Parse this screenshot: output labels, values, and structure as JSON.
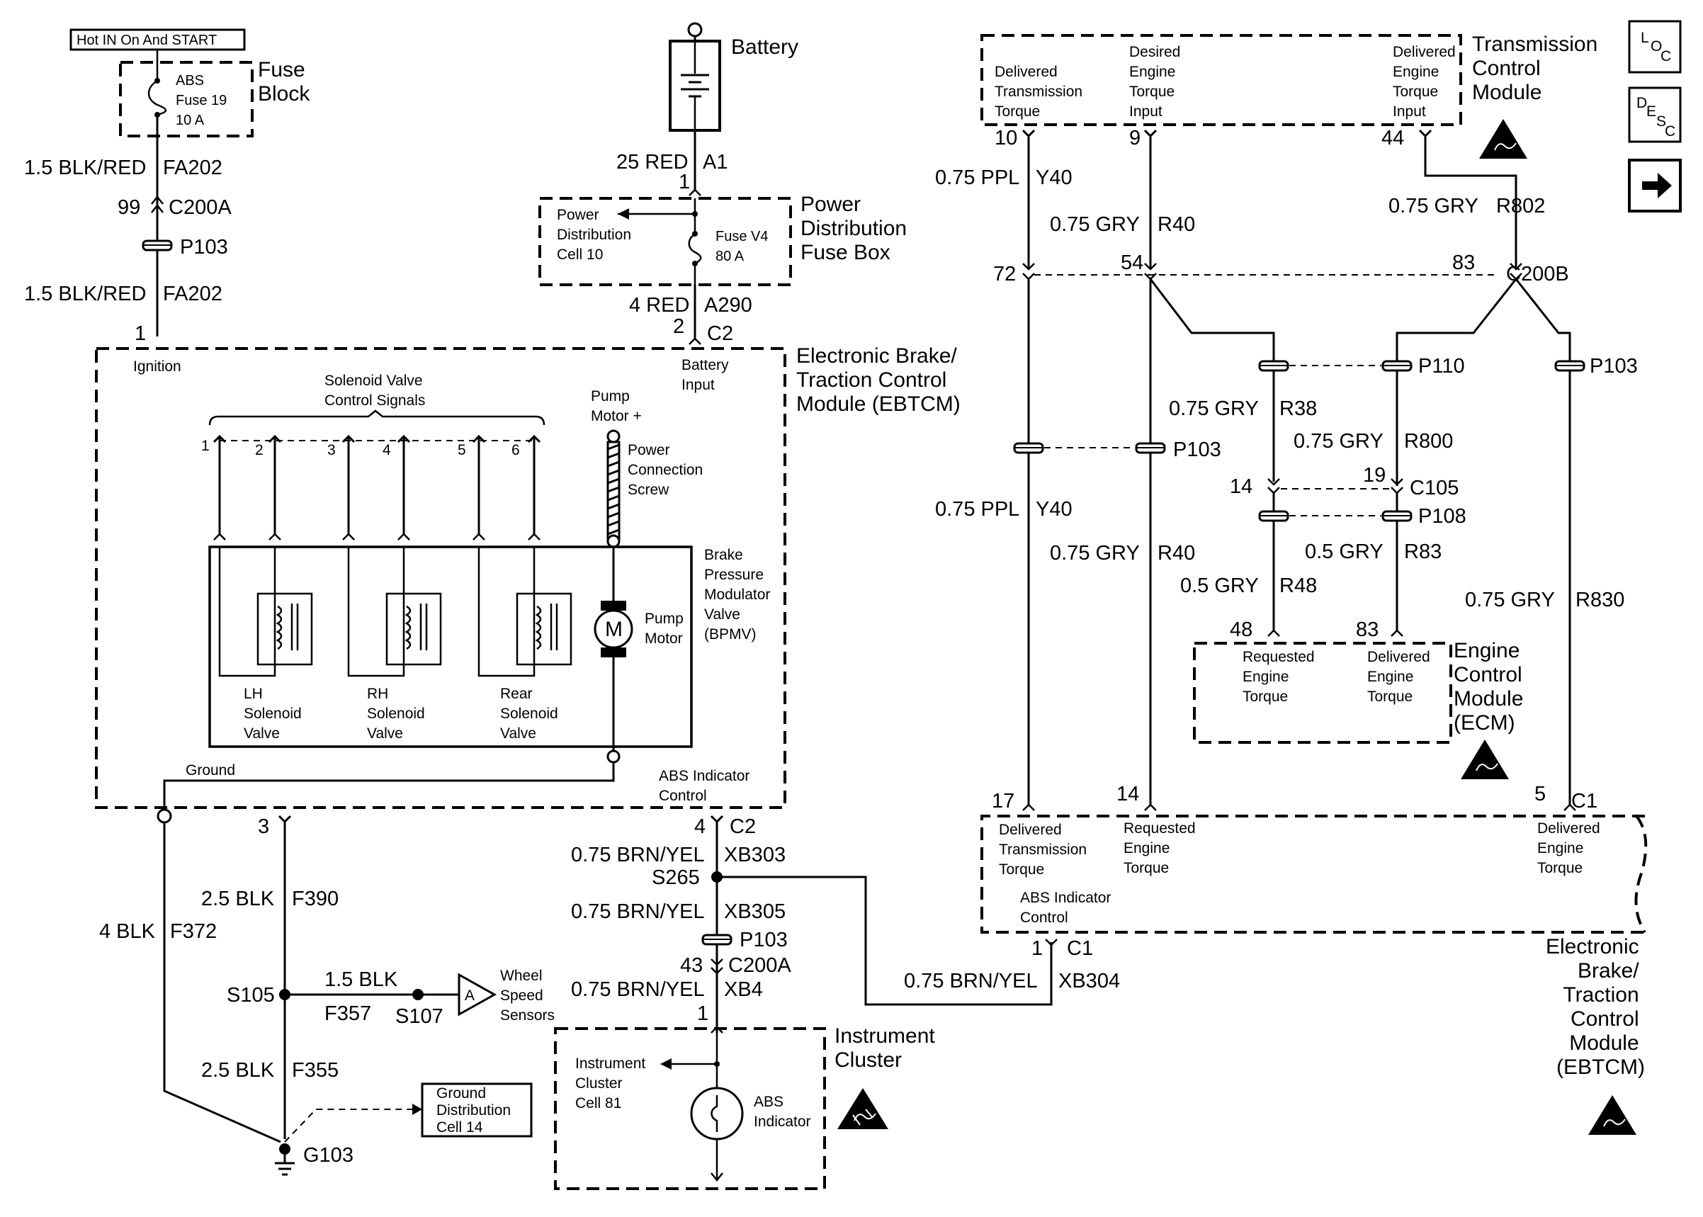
{
  "labels": {
    "hot_in": "Hot IN On And START",
    "fuse_block": [
      "Fuse",
      "Block"
    ],
    "abs_fuse": [
      "ABS",
      "Fuse 19",
      "10 A"
    ],
    "fa202_top_gauge": "1.5 BLK/RED",
    "fa202_top_circuit": "FA202",
    "c200a_top_pin": "99",
    "c200a_top": "C200A",
    "p103_left": "P103",
    "fa202_bot_gauge": "1.5 BLK/RED",
    "fa202_bot_circuit": "FA202",
    "ignition_pin": "1",
    "ignition": "Ignition",
    "battery": "Battery",
    "a1_gauge": "25 RED",
    "a1_circuit": "A1",
    "a1_pin": "1",
    "pdc10": [
      "Power",
      "Distribution",
      "Cell 10"
    ],
    "fuse_v4": [
      "Fuse V4",
      "80 A"
    ],
    "pdfb": [
      "Power",
      "Distribution",
      "Fuse Box"
    ],
    "a290_gauge": "4 RED",
    "a290_circuit": "A290",
    "c2_top_pin": "2",
    "c2_top": "C2",
    "battery_input": [
      "Battery",
      "Input"
    ],
    "ebtcm_top": [
      "Electronic Brake/",
      "Traction Control",
      "Module (EBTCM)"
    ],
    "solenoid_signals": [
      "Solenoid Valve",
      "Control Signals"
    ],
    "pump_motor_plus": [
      "Pump",
      "Motor +"
    ],
    "power_screw": [
      "Power",
      "Connection",
      "Screw"
    ],
    "pins": [
      "1",
      "2",
      "3",
      "4",
      "5",
      "6"
    ],
    "bpmv": [
      "Brake",
      "Pressure",
      "Modulator",
      "Valve",
      "(BPMV)"
    ],
    "pump_motor": [
      "Pump",
      "Motor"
    ],
    "motor_letter": "M",
    "lh_valve": [
      "LH",
      "Solenoid",
      "Valve"
    ],
    "rh_valve": [
      "RH",
      "Solenoid",
      "Valve"
    ],
    "rear_valve": [
      "Rear",
      "Solenoid",
      "Valve"
    ],
    "ground": "Ground",
    "abs_indicator_control": [
      "ABS Indicator",
      "Control"
    ],
    "pin_3": "3",
    "pin_4": "4",
    "c2_bottom": "C2",
    "xb303_gauge": "0.75 BRN/YEL",
    "xb303": "XB303",
    "s265": "S265",
    "xb305_gauge": "0.75 BRN/YEL",
    "xb305": "XB305",
    "p103_mid": "P103",
    "c200a_bot_pin": "43",
    "c200a_bot": "C200A",
    "xb4_gauge": "0.75 BRN/YEL",
    "xb4": "XB4",
    "ic_pin": "1",
    "f390_gauge": "2.5 BLK",
    "f390": "F390",
    "f372_gauge": "4 BLK",
    "f372": "F372",
    "s105": "S105",
    "f357_gauge": "1.5 BLK",
    "f357": "F357",
    "s107": "S107",
    "connector_a": "A",
    "wheel_speed": [
      "Wheel",
      "Speed",
      "Sensors"
    ],
    "f355_gauge": "2.5 BLK",
    "f355": "F355",
    "g103": "G103",
    "gdc14": [
      "Ground",
      "Distribution",
      "Cell 14"
    ],
    "icc81": [
      "Instrument",
      "Cluster",
      "Cell 81"
    ],
    "abs_indicator": [
      "ABS",
      "Indicator"
    ],
    "instrument_cluster": [
      "Instrument",
      "Cluster"
    ],
    "xb304_gauge": "0.75 BRN/YEL",
    "xb304": "XB304",
    "c1_bot_pin": "1",
    "c1_bot": "C1",
    "tcm_title": [
      "Transmission",
      "Control",
      "Module"
    ],
    "tcm_del_trans": [
      "Delivered",
      "Transmission",
      "Torque"
    ],
    "tcm_des_eng": [
      "Desired",
      "Engine",
      "Torque",
      "Input"
    ],
    "tcm_del_eng": [
      "Delivered",
      "Engine",
      "Torque",
      "Input"
    ],
    "tcm_pins": [
      "10",
      "9",
      "44"
    ],
    "y40_top_gauge": "0.75 PPL",
    "y40_top": "Y40",
    "r40_top_gauge": "0.75 GRY",
    "r40_top": "R40",
    "r802_gauge": "0.75 GRY",
    "r802": "R802",
    "c200b_pins": [
      "72",
      "54",
      "83"
    ],
    "c200b": "C200B",
    "p110": "P110",
    "p103_r1": "P103",
    "r38_gauge": "0.75 GRY",
    "r38": "R38",
    "r800_gauge": "0.75 GRY",
    "r800": "R800",
    "p103_r2": "P103",
    "c105_pins": [
      "14",
      "19"
    ],
    "c105": "C105",
    "p108": "P108",
    "y40_bot_gauge": "0.75 PPL",
    "y40_bot": "Y40",
    "r40_bot_gauge": "0.75 GRY",
    "r40_bot": "R40",
    "r83_gauge": "0.5 GRY",
    "r83": "R83",
    "r48_gauge": "0.5 GRY",
    "r48": "R48",
    "r830_gauge": "0.75 GRY",
    "r830": "R830",
    "ecm_pins": [
      "48",
      "83"
    ],
    "ecm_req": [
      "Requested",
      "Engine",
      "Torque"
    ],
    "ecm_del": [
      "Delivered",
      "Engine",
      "Torque"
    ],
    "ecm_title": [
      "Engine",
      "Control",
      "Module",
      "(ECM)"
    ],
    "ebtcm_r_pins": [
      "17",
      "14",
      "5"
    ],
    "c1_right": "C1",
    "ebtcm_del_trans": [
      "Delivered",
      "Transmission",
      "Torque"
    ],
    "ebtcm_req_eng": [
      "Requested",
      "Engine",
      "Torque"
    ],
    "ebtcm_del_eng": [
      "Delivered",
      "Engine",
      "Torque"
    ],
    "ebtcm_abs_ctrl": [
      "ABS Indicator",
      "Control"
    ],
    "ebtcm_right_title": [
      "Electronic",
      "Brake/",
      "Traction",
      "Control",
      "Module",
      "(EBTCM)"
    ],
    "loc_icon": [
      "L",
      "O",
      "C"
    ],
    "desc_icon": [
      "D",
      "E",
      "S",
      "C"
    ]
  }
}
